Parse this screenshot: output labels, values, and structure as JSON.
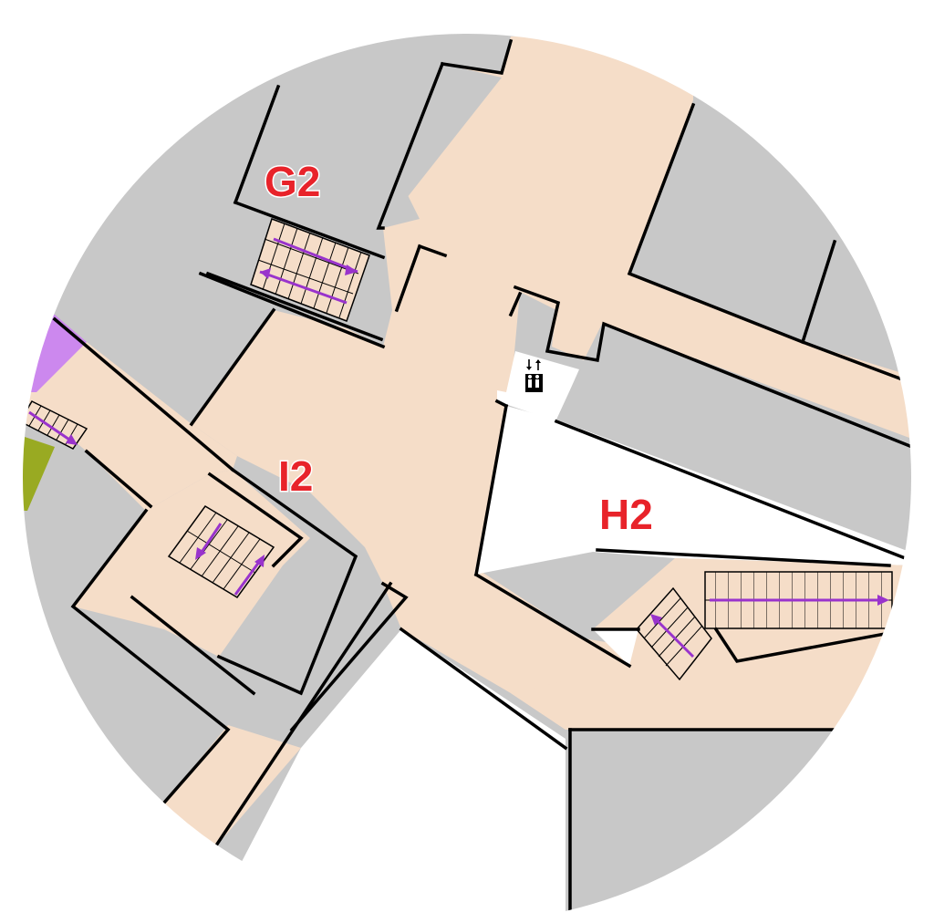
{
  "map": {
    "labels": {
      "g2": "G2",
      "i2": "I2",
      "h2": "H2"
    },
    "colors": {
      "corridor": "#f5ddc8",
      "block": "#c8c8c8",
      "label": "#e8232a",
      "stair_arrow": "#9933cc",
      "accent_purple": "#cc88ee",
      "accent_green": "#99aa22",
      "outside": "#ffffff"
    },
    "icons": {
      "elevator": "elevator-icon",
      "stairs": "stairs-icon"
    }
  }
}
